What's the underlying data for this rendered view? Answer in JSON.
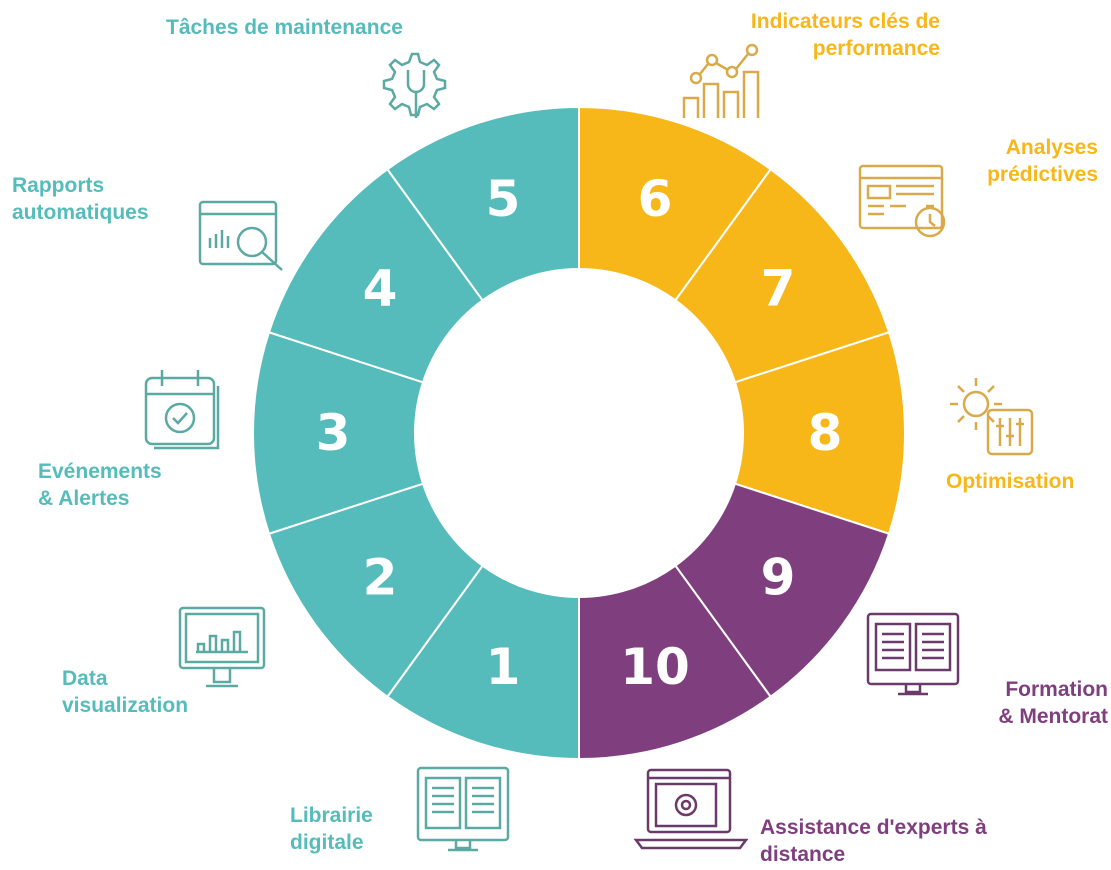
{
  "colors": {
    "teal": "#55bcbb",
    "yellow": "#f8b719",
    "purple": "#7f3f7e",
    "teal_icon": "#5aa9a3",
    "yellow_icon": "#d9a94a",
    "purple_icon": "#6b3a6a"
  },
  "segments": [
    {
      "number": "1",
      "color": "teal"
    },
    {
      "number": "2",
      "color": "teal"
    },
    {
      "number": "3",
      "color": "teal"
    },
    {
      "number": "4",
      "color": "teal"
    },
    {
      "number": "5",
      "color": "teal"
    },
    {
      "number": "6",
      "color": "yellow"
    },
    {
      "number": "7",
      "color": "yellow"
    },
    {
      "number": "8",
      "color": "yellow"
    },
    {
      "number": "9",
      "color": "purple"
    },
    {
      "number": "10",
      "color": "purple"
    }
  ],
  "labels": {
    "l1": {
      "lines": [
        "Librairie",
        "digitale"
      ],
      "icon": "open-book-monitor-icon"
    },
    "l2": {
      "lines": [
        "Data",
        "visualization"
      ],
      "icon": "chart-monitor-icon"
    },
    "l3": {
      "lines": [
        "Evénements",
        "& Alertes"
      ],
      "icon": "calendar-check-icon"
    },
    "l4": {
      "lines": [
        "Rapports",
        "automatiques"
      ],
      "icon": "report-magnifier-icon"
    },
    "l5": {
      "lines": [
        "Tâches de maintenance"
      ],
      "icon": "gear-wrench-icon"
    },
    "l6": {
      "lines": [
        "Indicateurs clés de",
        "performance"
      ],
      "icon": "kpi-chart-icon"
    },
    "l7": {
      "lines": [
        "Analyses",
        "prédictives"
      ],
      "icon": "dashboard-stopwatch-icon"
    },
    "l8": {
      "lines": [
        "Optimisation"
      ],
      "icon": "gears-sliders-icon"
    },
    "l9": {
      "lines": [
        "Formation",
        "& Mentorat"
      ],
      "icon": "book-monitor-icon"
    },
    "l10": {
      "lines": [
        "Assistance d'experts à",
        "distance"
      ],
      "icon": "laptop-gear-icon"
    }
  }
}
